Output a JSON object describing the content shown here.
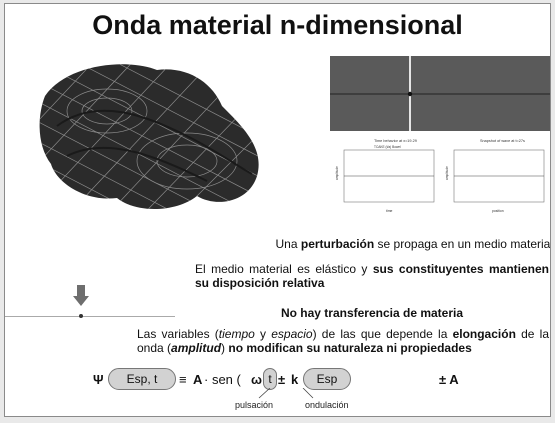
{
  "title": "Onda material n-dimensional",
  "paragraphs": {
    "p1_pre": "Una ",
    "p1_bold": "perturbación",
    "p1_post": " se propaga en un medio material",
    "p2_pre": "El medio material es elástico y ",
    "p2_bold": "sus constituyentes mantienen su disposición relativa",
    "p3": "No hay transferencia de materia",
    "p4_a": "Las variables (",
    "p4_tiempo": "tiempo",
    "p4_b": " y ",
    "p4_espacio": "espacio",
    "p4_c": ") de las que depende la ",
    "p4_elongacion": "elongación",
    "p4_d": " de la onda (",
    "p4_amplitud": "amplitud",
    "p4_e": ") ",
    "p4_bold_end": "no modifican su naturaleza ni propiedades"
  },
  "formula": {
    "psi": "Ψ",
    "arg1": "Esp, t",
    "eq": "≡",
    "A": "A",
    "dot_sen": " · sen (",
    "omega": "ω",
    "t": "t",
    "pm": "±",
    "k": "k",
    "arg2": "Esp",
    "rhs": "± A",
    "label_pulsacion": "pulsación",
    "label_ondulacion": "ondulación"
  },
  "sim": {
    "left_plot_title": "Time behavior at x=19.29",
    "right_plot_title": "Snapshot of wave at t=27s",
    "legend_text": "TCAKE (t/a) Bowel",
    "left_ylabel": "amplitude",
    "right_ylabel": "amplitude",
    "left_xlabel": "time",
    "right_xlabel": "position"
  },
  "colors": {
    "pill": "#d2d2d2",
    "sim_dark": "#5a5a5a",
    "arrow": "#6e6e6e"
  }
}
